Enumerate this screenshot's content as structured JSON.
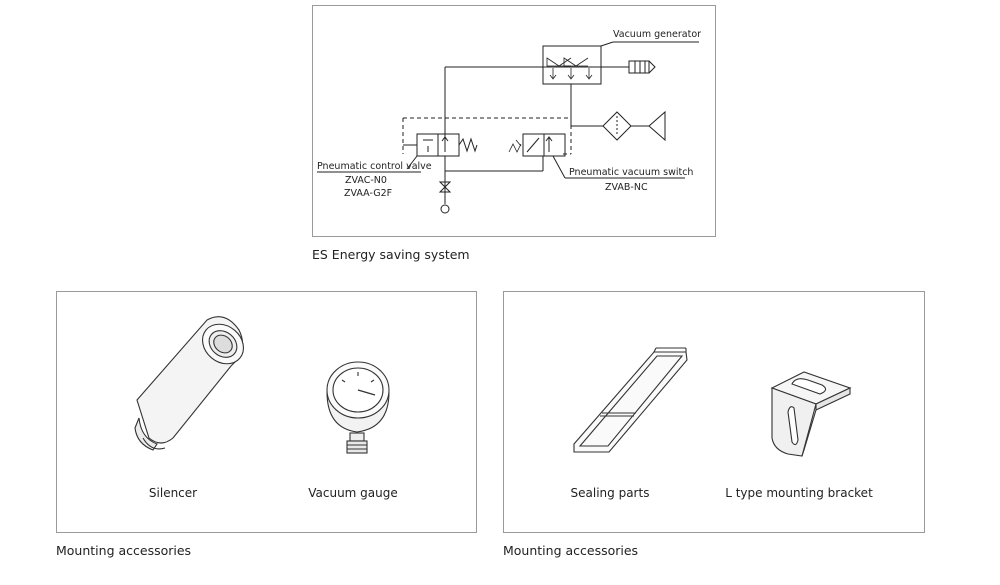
{
  "schematic": {
    "caption": "ES Energy saving system",
    "labels": {
      "vacuum_generator": "Vacuum generator",
      "control_valve": "Pneumatic control valve",
      "control_valve_model_1": "ZVAC-N0",
      "control_valve_model_2": "ZVAA-G2F",
      "vacuum_switch": "Pneumatic vacuum switch",
      "vacuum_switch_model": "ZVAB-NC"
    }
  },
  "accessories_left": {
    "caption": "Mounting accessories",
    "items": [
      {
        "label": "Silencer",
        "icon": "silencer-icon"
      },
      {
        "label": "Vacuum gauge",
        "icon": "vacuum-gauge-icon"
      }
    ]
  },
  "accessories_right": {
    "caption": "Mounting accessories",
    "items": [
      {
        "label": "Sealing parts",
        "icon": "sealing-parts-icon"
      },
      {
        "label": "L type mounting bracket",
        "icon": "l-bracket-icon"
      }
    ]
  }
}
